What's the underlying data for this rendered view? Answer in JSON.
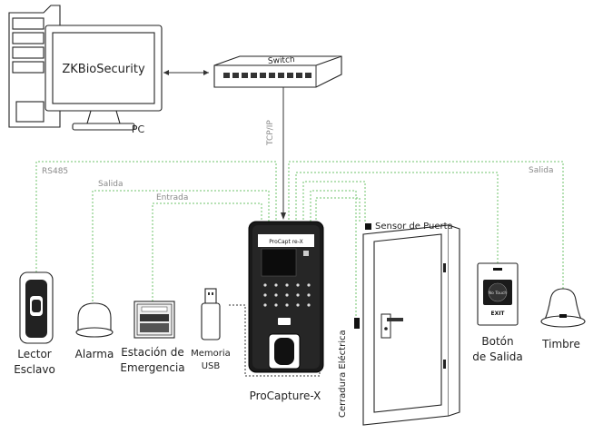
{
  "pc": {
    "screen_text": "ZKBioSecurity",
    "label": "PC"
  },
  "switch": {
    "label": "Switch"
  },
  "links": {
    "tcpip": "TCP/IP",
    "rs485": "RS485",
    "salida_alarm": "Salida",
    "entrada": "Entrada",
    "salida_bell": "Salida"
  },
  "devices": {
    "lector_line1": "Lector",
    "lector_line2": "Esclavo",
    "alarma": "Alarma",
    "estacion_line1": "Estación de",
    "estacion_line2": "Emergencia",
    "memoria_line1": "Memoria",
    "memoria_line2": "USB",
    "procapture": "ProCapture-X",
    "procapture_brand": "ProCapt re-X",
    "sensor": "Sensor de Puerta",
    "cerradura": "Cerradura Eléctrica",
    "boton_line1": "Botón",
    "boton_line2": "de Salida",
    "boton_face": "No Touch",
    "boton_exit": "EXIT",
    "timbre": "Timbre"
  },
  "colors": {
    "link_green": "#6fc36b",
    "line_dark": "#333333"
  }
}
